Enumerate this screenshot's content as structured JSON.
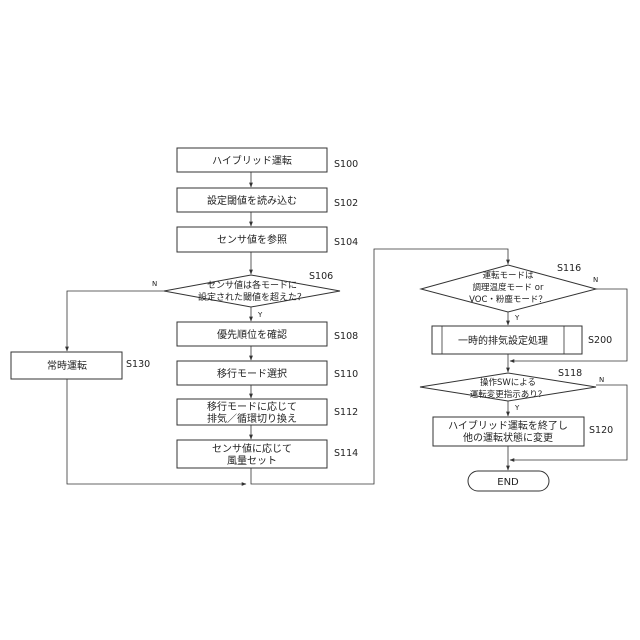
{
  "steps": {
    "s100": {
      "text": "ハイブリッド運転",
      "code": "S100"
    },
    "s102": {
      "text": "設定閾値を読み込む",
      "code": "S102"
    },
    "s104": {
      "text": "センサ値を参照",
      "code": "S104"
    },
    "s106": {
      "line1": "センサ値は各モードに",
      "line2": "設定された閾値を超えた？",
      "code": "S106",
      "yes": "Y",
      "no": "N"
    },
    "s108": {
      "text": "優先順位を確認",
      "code": "S108"
    },
    "s110": {
      "text": "移行モード選択",
      "code": "S110"
    },
    "s112": {
      "line1": "移行モードに応じて",
      "line2": "排気／循環切り換え",
      "code": "S112"
    },
    "s114": {
      "line1": "センサ値に応じて",
      "line2": "風量セット",
      "code": "S114"
    },
    "s130": {
      "text": "常時運転",
      "code": "S130"
    },
    "s116": {
      "line1": "運転モードは",
      "line2": "調理温度モード or",
      "line3": "VOC・粉塵モード？",
      "code": "S116",
      "yes": "Y",
      "no": "N"
    },
    "s200": {
      "text": "一時的排気設定処理",
      "code": "S200"
    },
    "s118": {
      "line1": "操作SWによる",
      "line2": "運転変更指示あり？",
      "code": "S118",
      "yes": "Y",
      "no": "N"
    },
    "s120": {
      "line1": "ハイブリッド運転を終了し",
      "line2": "他の運転状態に変更",
      "code": "S120"
    },
    "end": {
      "text": "END"
    }
  }
}
